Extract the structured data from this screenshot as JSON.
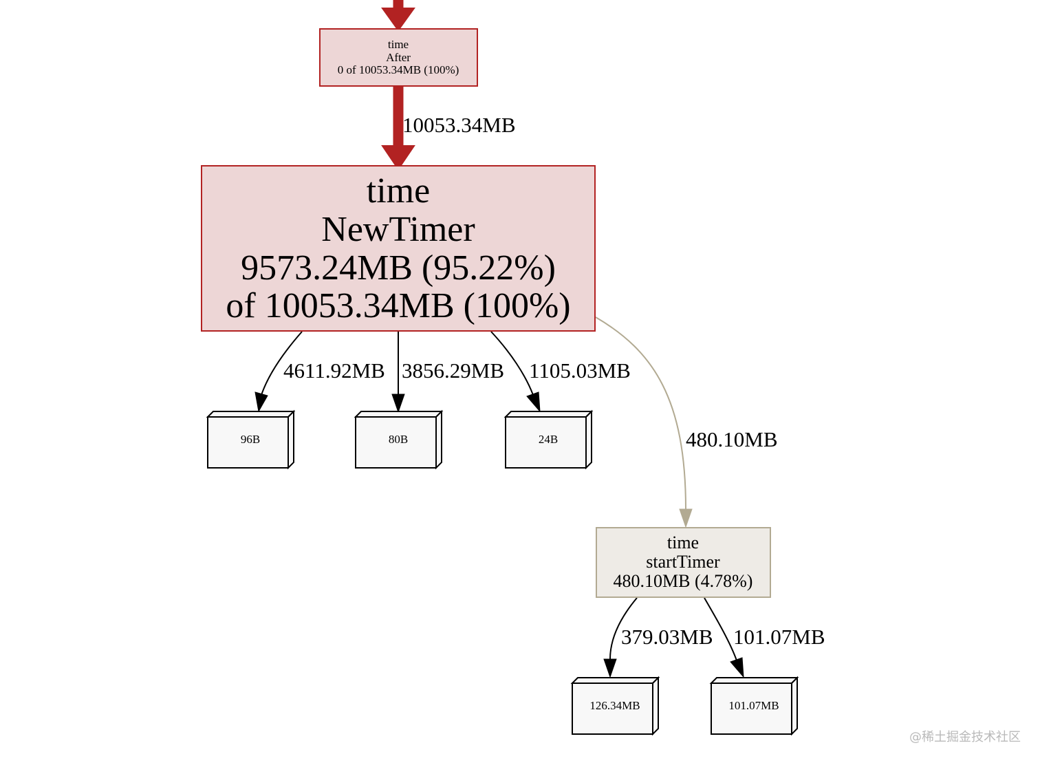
{
  "colors": {
    "hot_fill": "#edd6d6",
    "hot_stroke": "#b22222",
    "hot_edge": "#b22222",
    "warm_fill": "#eeebe6",
    "warm_stroke": "#b2aa92",
    "warm_edge": "#b2aa92",
    "black": "#000000",
    "box_fill": "#f8f8f8"
  },
  "nodes": {
    "after": {
      "line1": "time",
      "line2": "After",
      "line3": "0 of 10053.34MB (100%)"
    },
    "newtimer": {
      "line1": "time",
      "line2": "NewTimer",
      "line3": "9573.24MB (95.22%)",
      "line4": "of 10053.34MB (100%)"
    },
    "starttimer": {
      "line1": "time",
      "line2": "startTimer",
      "line3": "480.10MB (4.78%)"
    },
    "box_96b": {
      "label": "96B"
    },
    "box_80b": {
      "label": "80B"
    },
    "box_24b": {
      "label": "24B"
    },
    "box_126mb": {
      "label": "126.34MB"
    },
    "box_101mb": {
      "label": "101.07MB"
    }
  },
  "edges": {
    "after_to_newtimer": "10053.34MB",
    "newtimer_to_96b": "4611.92MB",
    "newtimer_to_80b": "3856.29MB",
    "newtimer_to_24b": "1105.03MB",
    "newtimer_to_starttimer": "480.10MB",
    "starttimer_to_126mb": "379.03MB",
    "starttimer_to_101mb": "101.07MB"
  },
  "watermark": "@稀土掘金技术社区"
}
